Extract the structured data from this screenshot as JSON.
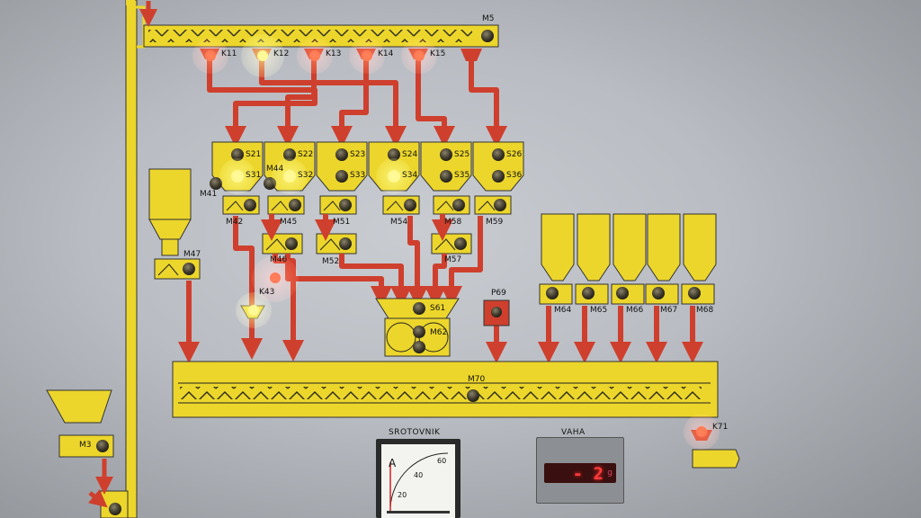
{
  "panel": {
    "labels": {
      "M5": "M5",
      "K11": "K11",
      "K12": "K12",
      "K13": "K13",
      "K14": "K14",
      "K15": "K15",
      "S21": "S21",
      "S22": "S22",
      "S23": "S23",
      "S24": "S24",
      "S25": "S25",
      "S26": "S26",
      "S31": "S31",
      "S32": "S32",
      "S33": "S33",
      "S34": "S34",
      "S35": "S35",
      "S36": "S36",
      "M41": "M41",
      "M44": "M44",
      "M42": "M42",
      "M45": "M45",
      "M51": "M51",
      "M54": "M54",
      "M58": "M58",
      "M59": "M59",
      "M46": "M46",
      "M52": "M52",
      "M57": "M57",
      "M47": "M47",
      "K43": "K43",
      "S61": "S61",
      "M62": "M62",
      "P69": "P69",
      "M64": "M64",
      "M65": "M65",
      "M66": "M66",
      "M67": "M67",
      "M68": "M68",
      "M70": "M70",
      "M3": "M3",
      "K71": "K71"
    }
  },
  "ammeter": {
    "title": "SROTOVNIK",
    "unit_symbol": "A",
    "scale_labels": [
      "20",
      "40",
      "60"
    ]
  },
  "scale": {
    "title": "VAHA",
    "display_digits": "-    2",
    "unit": "g"
  },
  "colors": {
    "panel": "#c2c6cb",
    "yellow": "#ecd62b",
    "red_pipe": "#cf3f2d",
    "lamp_red": "#ff3f2a",
    "lamp_yellow": "#ffe85a",
    "lamp_off": "#3a3627"
  }
}
